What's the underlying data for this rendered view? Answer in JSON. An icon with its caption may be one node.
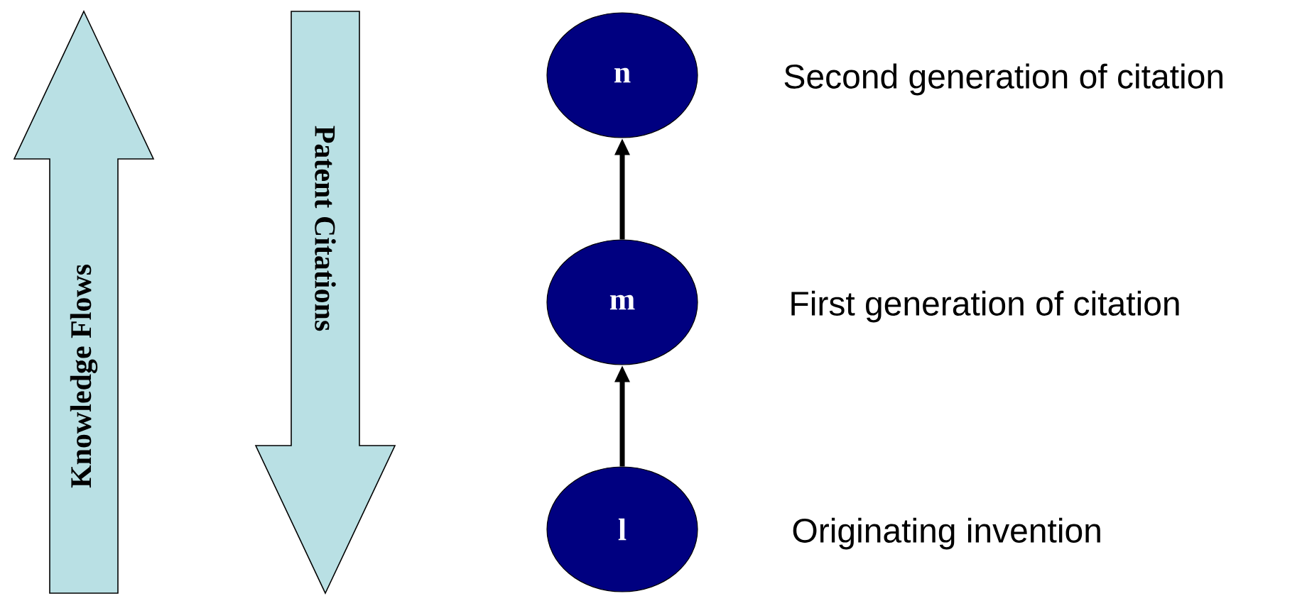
{
  "diagram": {
    "nodes": [
      {
        "text": [
          "Knowledge Flows"
        ]
      },
      {
        "text": [
          "Patent Citations"
        ]
      },
      {
        "text": [
          "n"
        ],
        "beside": [
          "Second generation of citation"
        ]
      },
      {
        "text": [
          "m"
        ],
        "beside": [
          "First generation of citation"
        ]
      },
      {
        "text": [
          "l"
        ],
        "beside": [
          "Originating invention"
        ]
      }
    ],
    "edges": [
      {
        "from": 4,
        "to": 3,
        "arrow": "to"
      },
      {
        "from": 3,
        "to": 2,
        "arrow": "to"
      }
    ]
  }
}
